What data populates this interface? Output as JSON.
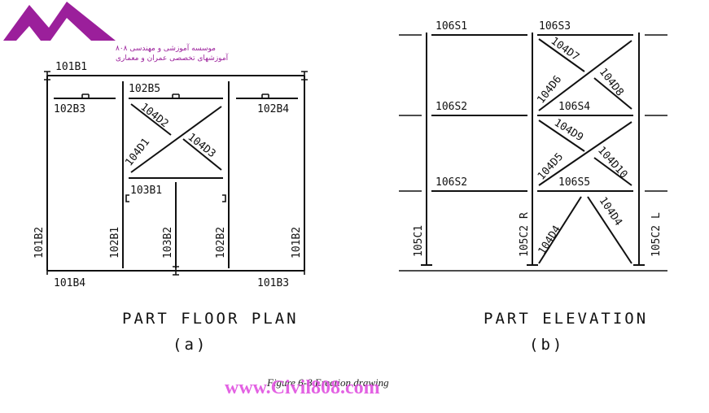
{
  "logo": {
    "line1": "موسسه آموزشی و مهندسی ۸۰۸",
    "line2": "آموزشهای تخصصی عمران و معماری",
    "brand_color": "#9b1f9b"
  },
  "floor_plan": {
    "labels": {
      "b101_1": "101B1",
      "b102_3": "102B3",
      "b102_5": "102B5",
      "b102_4": "102B4",
      "d104_2": "104D2",
      "d104_1": "104D1",
      "d104_3": "104D3",
      "b103_1": "103B1",
      "b101_2_left": "101B2",
      "b102_1": "102B1",
      "b103_2": "103B2",
      "b102_2": "102B2",
      "b101_2_right": "101B2",
      "b101_4": "101B4",
      "b101_3": "101B3"
    },
    "caption": "PART FLOOR PLAN",
    "sub": "(a)"
  },
  "elevation": {
    "labels": {
      "s106_1": "106S1",
      "s106_3": "106S3",
      "d104_7": "104D7",
      "d104_6": "104D6",
      "d104_8": "104D8",
      "s106_2_upper": "106S2",
      "s106_4": "106S4",
      "d104_9": "104D9",
      "d104_5": "104D5",
      "d104_10": "104D10",
      "s106_2_lower": "106S2",
      "s106_5": "106S5",
      "d104_4_left": "104D4",
      "d104_4_right": "104D4",
      "c105_1": "105C1",
      "c105_2_r": "105C2 R",
      "c105_2_l": "105C2 L"
    },
    "caption": "PART ELEVATION",
    "sub": "(b)"
  },
  "figure_caption": "Figure 6-8  Erection drawing",
  "watermark": "www.Civil808.com",
  "colors": {
    "line": "#111111",
    "watermark": "#e052e0"
  }
}
